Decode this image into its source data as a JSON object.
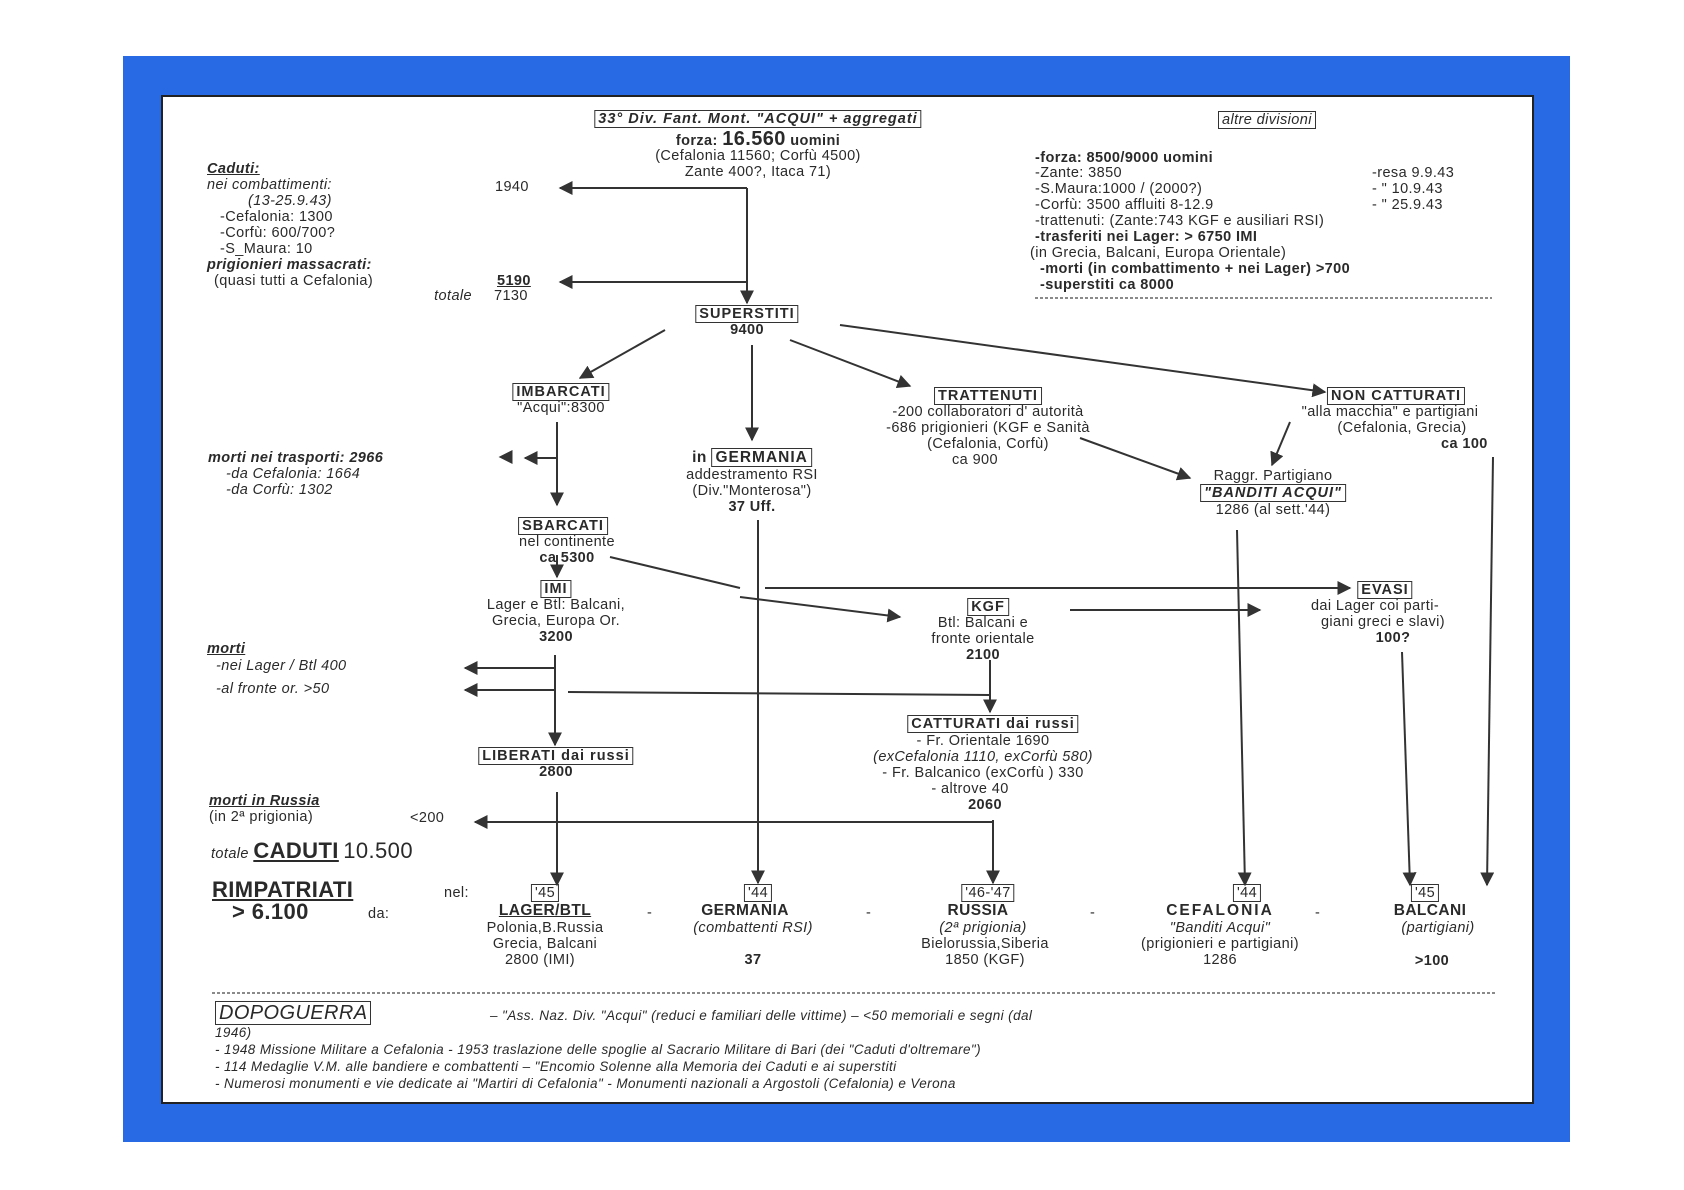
{
  "title": {
    "division": "33° Div. Fant. Mont. \"ACQUI\" + aggregati",
    "forza_label": "forza:",
    "forza_value": "16.560",
    "forza_unit": "uomini",
    "breakdown1": "(Cefalonia 11560; Corfù 4500)",
    "breakdown2": "Zante 400?, Itaca 71)"
  },
  "caduti": {
    "heading": "Caduti:",
    "combat": "nei combattimenti:",
    "dates": "(13-25.9.43)",
    "cefalonia": "-Cefalonia:   1300",
    "corfu": "-Corfù:   600/700?",
    "smaura": "-S_Maura:       10",
    "combat_total": "1940",
    "prig_heading": "prigionieri  massacrati:",
    "prig_note": "(quasi tutti a Cefalonia)",
    "prig_value": "5190",
    "totale_label": "totale",
    "totale_value": "7130"
  },
  "altre": {
    "heading": "altre divisioni",
    "forza": "-forza:       8500/9000  uomini",
    "zante": "-Zante:     3850",
    "zante_resa": "-resa  9.9.43",
    "smaura": "-S.Maura:1000 / (2000?)",
    "smaura_date": "-  \"   10.9.43",
    "corfu": "-Corfù:     3500 affluiti 8-12.9",
    "corfu_date": "-  \"   25.9.43",
    "trattenuti": "-trattenuti:  (Zante:743 KGF e ausiliari RSI)",
    "trasferiti": "-trasferiti  nei Lager: > 6750 IMI",
    "grecia": "(in Grecia, Balcani, Europa Orientale)",
    "morti": "-morti (in combattimento + nei Lager) >700",
    "superstiti": "-superstiti   ca 8000"
  },
  "superstiti": {
    "label": "SUPERSTITI",
    "value": "9400"
  },
  "imbarcati": {
    "label": "IMBARCATI",
    "sub": "\"Acqui\":8300"
  },
  "germania": {
    "pre": "in",
    "label": "GERMANIA",
    "l1": "addestramento RSI",
    "l2": "(Div.\"Monterosa\")",
    "l3": "37 Uff."
  },
  "trattenuti": {
    "label": "TRATTENUTI",
    "l1": "-200 collaboratori  d' autorità",
    "l2": "-686 prigionieri (KGF e Sanità",
    "l3": "(Cefalonia, Corfù)",
    "l4": "ca 900"
  },
  "non_catturati": {
    "label": "NON  CATTURATI",
    "l1": "\"alla macchia\" e partigiani",
    "l2": "(Cefalonia, Grecia)",
    "l3": "ca 100"
  },
  "raggr": {
    "l1": "Raggr. Partigiano",
    "label": "\"BANDITI  ACQUI\"",
    "l2": "1286  (al sett.'44)"
  },
  "trasporti": {
    "heading": "morti nei trasporti: 2966",
    "l1": "-da Cefalonia:  1664",
    "l2": "-da Corfù:        1302"
  },
  "sbarcati": {
    "label": "SBARCATI",
    "l1": "nel continente",
    "l2": "ca 5300"
  },
  "imi": {
    "label": "IMI",
    "l1": "Lager e Btl: Balcani,",
    "l2": "Grecia, Europa Or.",
    "l3": "3200"
  },
  "kgf": {
    "label": "KGF",
    "l1": "Btl:  Balcani e",
    "l2": "fronte orientale",
    "l3": "2100"
  },
  "evasi": {
    "label": "EVASI",
    "l1": "dai Lager coi parti-",
    "l2": "giani greci e slavi)",
    "l3": "100?"
  },
  "morti_lager": {
    "heading": "morti",
    "l1": "-nei  Lager / Btl   400",
    "l2": "-al   fronte  or.        >50"
  },
  "catturati": {
    "label": "CATTURATI dai russi",
    "l1": "- Fr. Orientale 1690",
    "l2": "(exCefalonia 1110, exCorfù 580)",
    "l3": "- Fr. Balcanico  (exCorfù ) 330",
    "l4": "- altrove 40",
    "l5": "2060"
  },
  "liberati": {
    "label": "LIBERATI dai russi",
    "value": "2800"
  },
  "russia_morti": {
    "l1": "morti in Russia",
    "l2": "(in 2ª prigionia)",
    "value": "<200"
  },
  "totale_caduti": {
    "label": "totale",
    "word": "CADUTI",
    "value": "10.500"
  },
  "rimpatriati": {
    "label": "RIMPATRIATI",
    "nel": "nel:",
    "value": "> 6.100",
    "da": "da:"
  },
  "columns": [
    {
      "year": "'45",
      "name": "LAGER/BTL",
      "l1": "Polonia,B.Russia",
      "l2": "Grecia, Balcani",
      "l3": "2800 (IMI)"
    },
    {
      "year": "'44",
      "name": "GERMANIA",
      "l1": "(combattenti RSI)",
      "l2": "",
      "l3": "37"
    },
    {
      "year": "'46-'47",
      "name": "RUSSIA",
      "l1": "(2ª prigionia)",
      "l2": "Bielorussia,Siberia",
      "l3": "1850 (KGF)"
    },
    {
      "year": "'44",
      "name": "CEFALONIA",
      "l1": "\"Banditi Acqui\"",
      "l2": "(prigionieri e partigiani)",
      "l3": "1286"
    },
    {
      "year": "'45",
      "name": "BALCANI",
      "l1": "(partigiani)",
      "l2": "",
      "l3": ">100"
    }
  ],
  "dopoguerra": {
    "label": "DOPOGUERRA",
    "l1": "–  \"Ass. Naz. Div. \"Acqui\" (reduci e familiari delle vittime)   –  <50  memoriali  e segni (dal",
    "l1b": "1946)",
    "l2": "- 1948 Missione Militare a Cefalonia - 1953  traslazione delle spoglie al Sacrario Militare di Bari (dei \"Caduti d'oltremare\")",
    "l3": "- 114  Medaglie V.M.  alle bandiere e combattenti   –   \"Encomio Solenne  alla Memoria dei Caduti e ai superstiti",
    "l4": "- Numerosi monumenti e vie dedicate ai \"Martiri di Cefalonia\" - Monumenti  nazionali a Argostoli (Cefalonia) e Verona"
  }
}
